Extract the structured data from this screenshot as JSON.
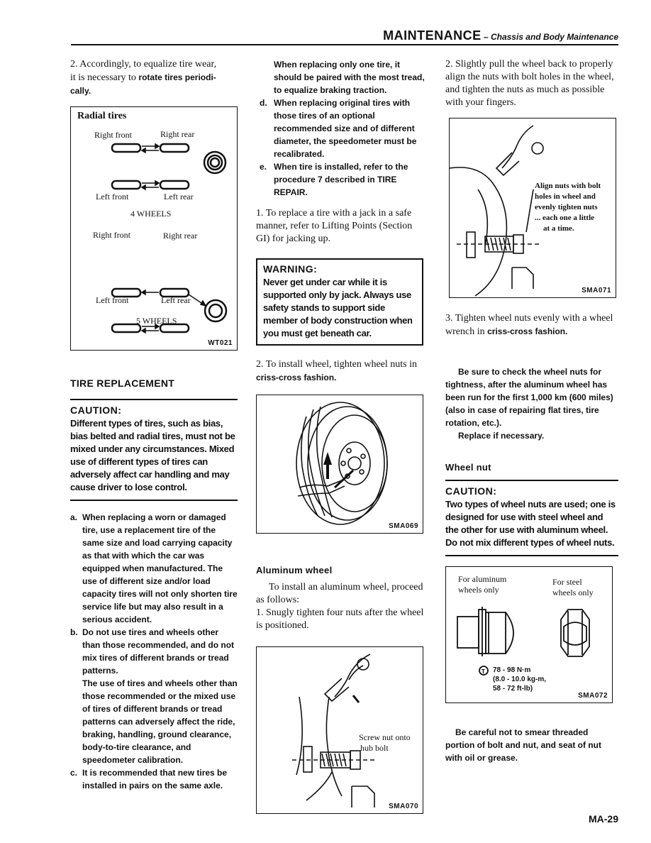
{
  "header": {
    "main": "MAINTENANCE",
    "sub": " – Chassis and Body Maintenance"
  },
  "col1": {
    "intro": [
      "2.   Accordingly, to equalize tire wear,",
      "it is necessary to",
      "rotate tires periodi-",
      "cally."
    ],
    "fig_wt021": {
      "title": "Radial tires",
      "right_front_1": "Right front",
      "right_rear_1": "Right rear",
      "left_front_1": "Left front",
      "left_rear_1": "Left rear",
      "caption_4": "4 WHEELS",
      "right_front_2": "Right front",
      "right_rear_2": "Right rear",
      "left_front_2": "Left front",
      "left_rear_2": "Left rear",
      "caption_5": "5 WHEELS",
      "code": "WT021"
    },
    "section_title": "TIRE REPLACEMENT",
    "caution_title": "CAUTION:",
    "caution_text": "Different types of tires, such as bias, bias belted and radial tires, must not be mixed under any circumstances. Mixed use of different types of tires can adversely affect car handling and may cause driver to lose control.",
    "items": [
      {
        "letter": "a.",
        "text": "When replacing a worn or damaged tire, use a replacement tire of the same size and load carrying capacity as that with which the car was equipped when manufactured. The use of different size and/or load capacity tires will not only shorten tire service life but may also result in a serious accident."
      },
      {
        "letter": "b.",
        "text": "Do not use tires and wheels other than those recommended, and do not mix tires of different brands or tread patterns.",
        "text2": "The use of tires and wheels other than those recommended or the mixed use of tires of different brands or tread patterns can adversely affect the ride, braking, handling, ground clearance, body-to-tire clearance, and speedometer calibration."
      },
      {
        "letter": "c.",
        "text": "It is recommended that new tires be installed in pairs on the same axle."
      }
    ]
  },
  "col2": {
    "cont_text": "When replacing only one tire, it should be paired with the most tread, to equalize braking traction.",
    "items": [
      {
        "letter": "d.",
        "text": "When replacing original tires with those tires of an optional recommended size and of different diameter, the speedometer must be recalibrated."
      },
      {
        "letter": "e.",
        "text": "When tire is installed, refer to the procedure 7 described in TIRE REPAIR."
      }
    ],
    "step1": "1.   To replace a tire with a jack in a safe manner, refer to Lifting Points (Section GI) for jacking up.",
    "warning_title": "WARNING:",
    "warning_text": "Never get under car while it is supported only by jack. Always use safety stands to support side member of body construction when you must get beneath car.",
    "step2_a": "2.   To install wheel, tighten wheel nuts in",
    "step2_b": "criss-cross fashion.",
    "fig_sma069": {
      "code": "SMA069"
    },
    "alum_title": "Aluminum wheel",
    "alum_text": "To install an aluminum wheel, proceed as follows:",
    "alum_step1": "1.   Snugly tighten four nuts after the wheel is positioned.",
    "fig_sma070": {
      "label_1": "Screw nut onto",
      "label_2": "hub bolt",
      "code": "SMA070"
    }
  },
  "col3": {
    "step2": "2.   Slightly pull the wheel back to properly align the nuts with bolt holes in the wheel, and tighten the nuts as much as possible with your fingers.",
    "fig_sma071": {
      "label": [
        "Align nuts with bolt",
        "holes in wheel and",
        "evenly tighten nuts",
        "... each one a little",
        "at a time."
      ],
      "code": "SMA071"
    },
    "step3_a": "3.   Tighten wheel nuts evenly with a wheel wrench in",
    "step3_b": "criss-cross fashion.",
    "note": "Be sure to check the wheel nuts for tightness, after the aluminum wheel has been run for the first 1,000 km (600 miles) (also in case of repairing flat tires, tire rotation, etc.).",
    "note2": "Replace if necessary.",
    "nut_title": "Wheel nut",
    "caution_title": "CAUTION:",
    "caution_text": "Two types of wheel nuts are used; one is designed for use with steel wheel and the other for use with aluminum wheel. Do not mix different types of wheel nuts.",
    "fig_sma072": {
      "alum_1": "For aluminum",
      "alum_2": "wheels only",
      "steel_1": "For steel",
      "steel_2": "wheels only",
      "torque_1": "78 - 98 N·m",
      "torque_2": "(8.0 - 10.0 kg-m,",
      "torque_3": "58 - 72 ft-lb)",
      "code": "SMA072"
    },
    "final": "Be careful not to smear threaded portion of bolt and nut, and seat of nut with oil or grease."
  },
  "footer": {
    "page": "MA-29"
  }
}
